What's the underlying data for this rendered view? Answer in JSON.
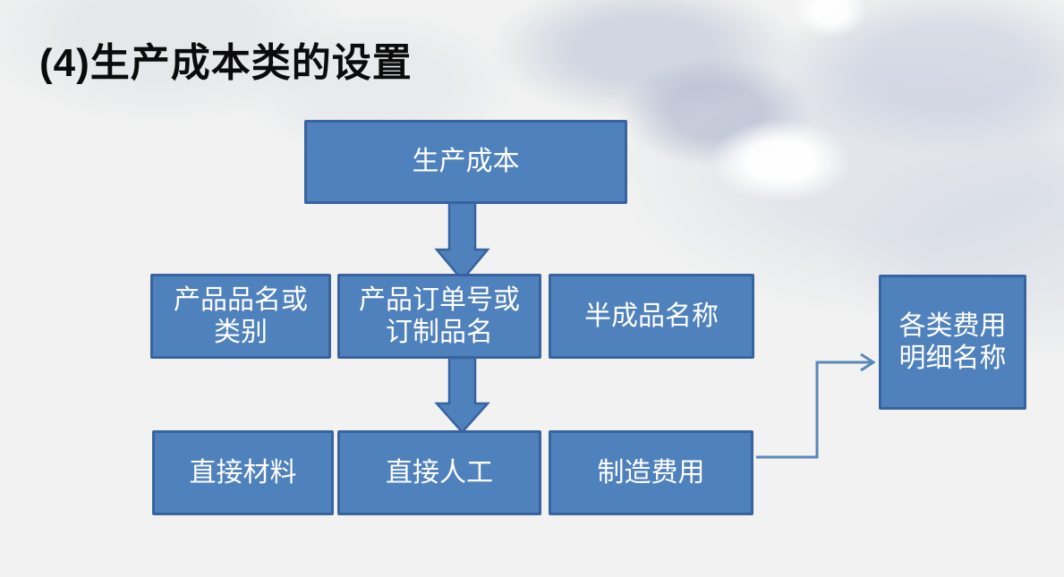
{
  "slide": {
    "title": "(4)生产成本类的设置"
  },
  "diagram": {
    "root": {
      "label": "生产成本"
    },
    "level2": [
      {
        "label": "产品品名或\n类别"
      },
      {
        "label": "产品订单号或\n订制品名"
      },
      {
        "label": "半成品名称"
      }
    ],
    "level3": [
      {
        "label": "直接材料"
      },
      {
        "label": "直接人工"
      },
      {
        "label": "制造费用"
      }
    ],
    "side_node": {
      "label": "各类费用\n明细名称"
    },
    "icons": {
      "down_arrow": "block-down-arrow-icon",
      "connector": "elbow-arrow-right-icon"
    },
    "colors": {
      "node_fill": "#4f81bd",
      "node_border": "#38639e",
      "connector_stroke": "#5b87b8",
      "node_text": "#ffffff",
      "title_text": "#0b0b0b"
    }
  }
}
